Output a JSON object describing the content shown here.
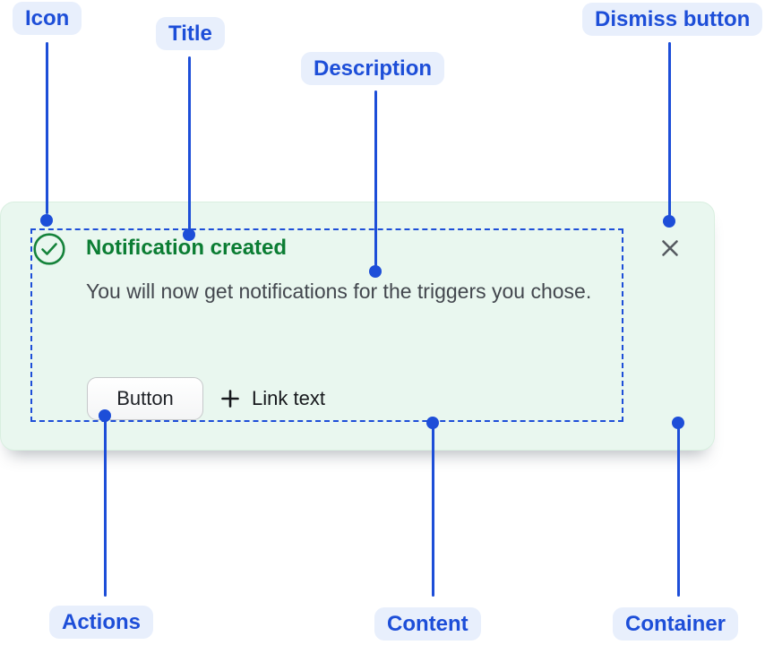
{
  "annotations": {
    "icon": "Icon",
    "title": "Title",
    "description": "Description",
    "dismiss": "Dismiss button",
    "actions": "Actions",
    "content": "Content",
    "container": "Container"
  },
  "notification": {
    "title": "Notification created",
    "description": "You will now get notifications for the triggers you chose.",
    "button_label": "Button",
    "link_label": "Link text",
    "leading_icon": "check-circle-icon",
    "link_icon": "plus-icon",
    "dismiss_icon": "close-icon"
  },
  "colors": {
    "annotation_blue": "#1d4ed8",
    "annotation_pill_bg": "#e8effc",
    "card_bg": "#e9f7ef",
    "card_border": "#d9efe0",
    "success_green": "#0b7d33",
    "description_gray": "#43474e"
  }
}
